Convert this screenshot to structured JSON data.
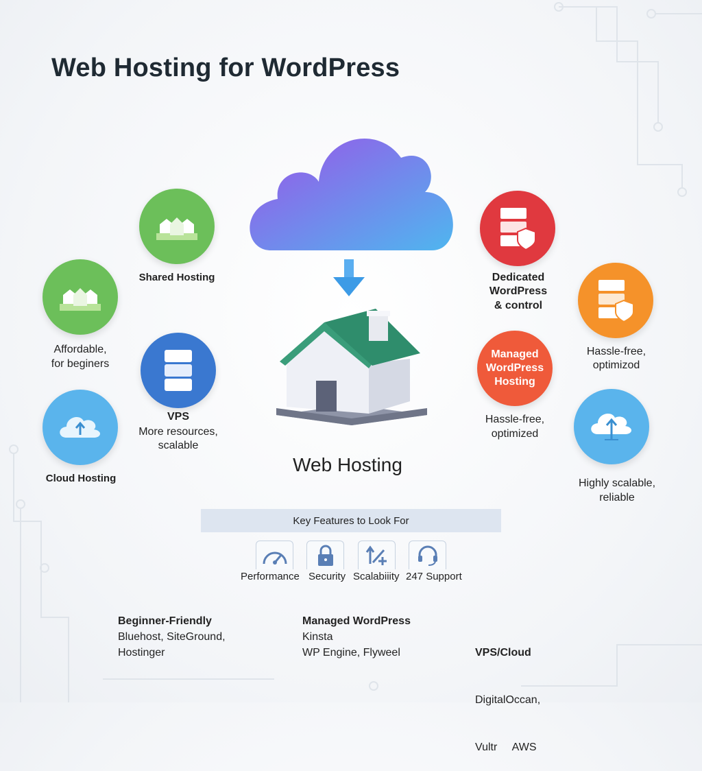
{
  "title": "Web Hosting for WordPress",
  "center": {
    "label": "Web Hosting"
  },
  "left": {
    "shared": {
      "label": "Shared Hosting"
    },
    "affordable": {
      "line1": "Affordable,",
      "line2": "for beginers"
    },
    "vps": {
      "title": "VPS",
      "line1": "More resources,",
      "line2": "scalable"
    },
    "cloud": {
      "label": "Cloud Hosting"
    }
  },
  "right": {
    "dedicated": {
      "line1": "Dedicated",
      "line2": "WordPress",
      "line3": "& control"
    },
    "orange": {
      "line1": "Hassle-free,",
      "line2": "optimizod"
    },
    "managed": {
      "inside1": "Managed",
      "inside2": "WordPress",
      "inside3": "Hosting",
      "line1": "Hassle-free,",
      "line2": "optimized"
    },
    "cloud": {
      "line1": "Highly scalable,",
      "line2": "reliable"
    }
  },
  "features": {
    "heading": "Key Features to Look For",
    "items": [
      {
        "label": "Performance",
        "icon": "speedometer-icon"
      },
      {
        "label": "Security",
        "icon": "lock-icon"
      },
      {
        "label": "Scalabiiity",
        "icon": "scale-arrows-icon"
      },
      {
        "label": "247 Support",
        "icon": "headset-icon"
      }
    ]
  },
  "providers": [
    {
      "heading": "Beginner-Friendly",
      "line1": "Bluehost, SiteGround,",
      "line2": "Hostinger"
    },
    {
      "heading": "Managed WordPress",
      "line1": "Kinsta",
      "line2": "WP Engine, Flyweel"
    },
    {
      "heading": "VPS/Cloud",
      "line1": "DigitalOccan,",
      "line2": "Vultr     AWS"
    }
  ],
  "colors": {
    "green": "#6cbf5a",
    "blue": "#3a78d0",
    "lightblue": "#5ab4ec",
    "red": "#e0393f",
    "orange": "#f5922a",
    "redorange": "#ef5a3a"
  }
}
